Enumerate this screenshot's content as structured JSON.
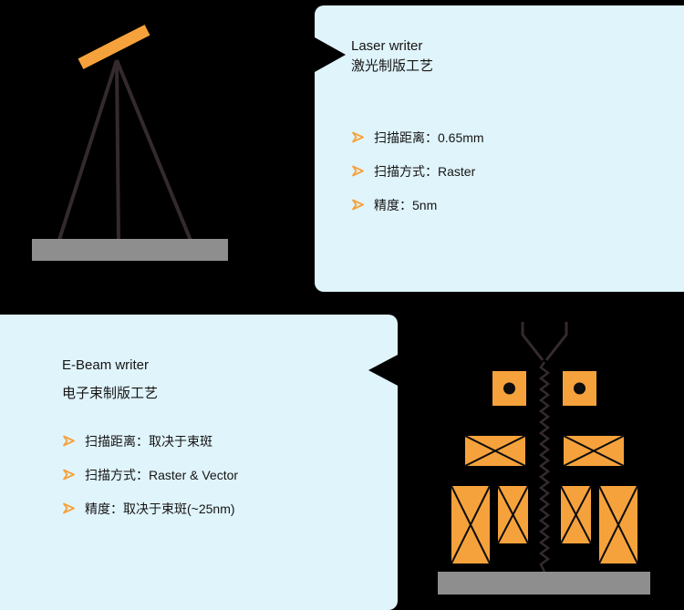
{
  "diagram": {
    "laser": {
      "title_en": "Laser writer",
      "title_zh": "激光制版工艺",
      "bullets": [
        "扫描距离：0.65mm",
        "扫描方式：Raster",
        "精度：5nm"
      ]
    },
    "ebeam": {
      "title_en": "E-Beam writer",
      "title_zh": "电子束制版工艺",
      "bullets": [
        "扫描距离：取决于束斑",
        "扫描方式：Raster & Vector",
        "精度：取决于束斑(~25nm)"
      ]
    },
    "icons": {
      "bullet": "arrowhead-right-icon"
    },
    "colors": {
      "background": "#000000",
      "panel": "#e0f4fb",
      "accent_orange": "#f6a23c",
      "substrate_gray": "#8e8e8e",
      "line_dark": "#342a2e",
      "text": "#151515"
    }
  }
}
